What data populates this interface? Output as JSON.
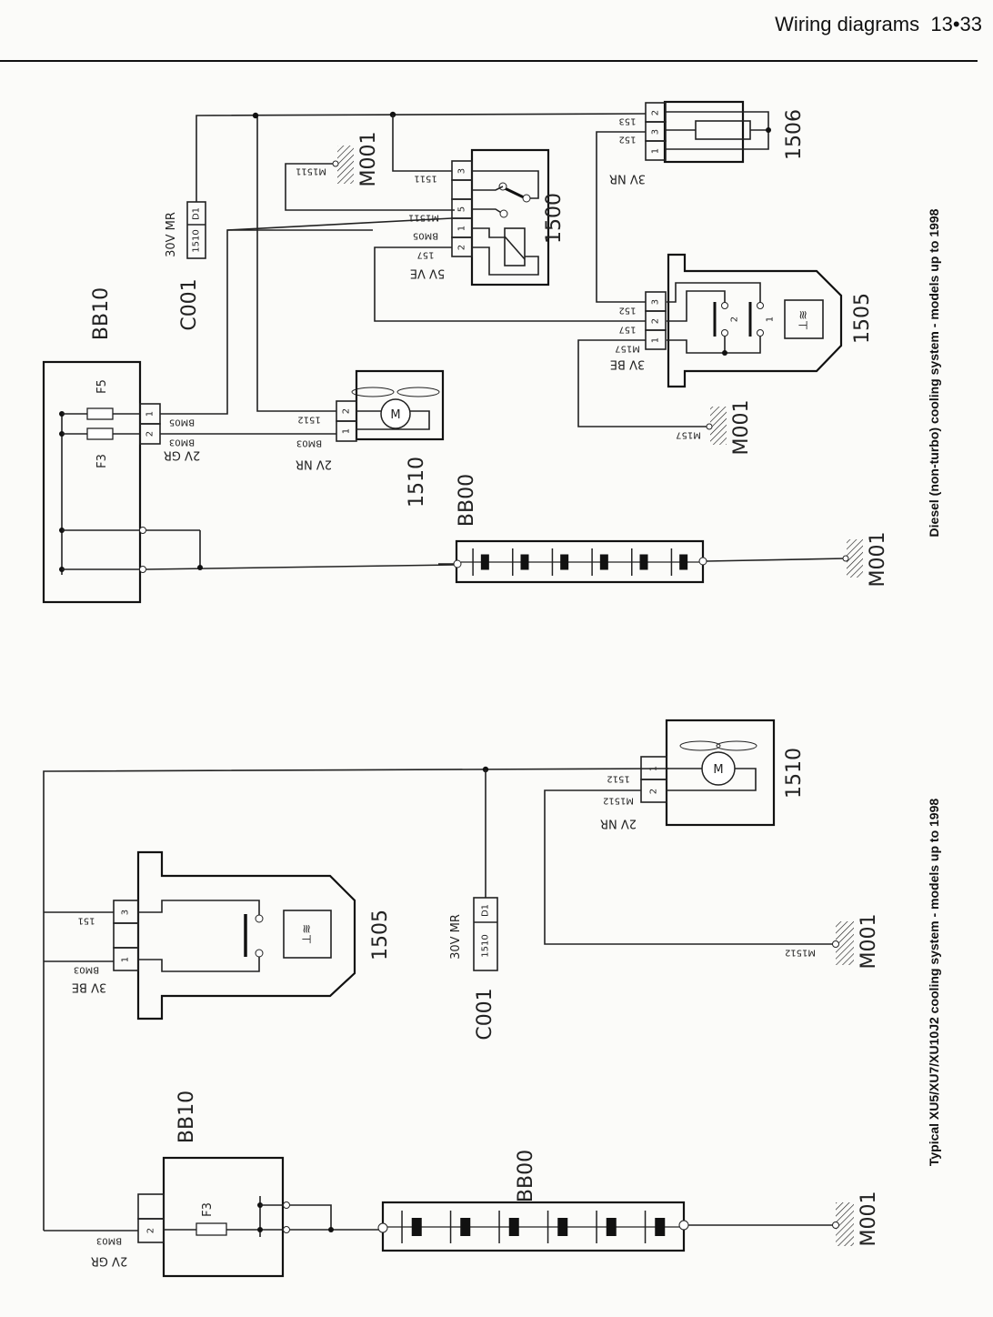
{
  "header": {
    "title": "Wiring diagrams",
    "page": "13•33"
  },
  "diagram_top": {
    "caption": "Diesel (non-turbo) cooling system - models up to 1998",
    "components": {
      "fusebox": "BB10",
      "fuse_a": "F5",
      "fuse_b": "F3",
      "fusebox_conn": "2V GR",
      "battery": "BB00",
      "ground": "M001",
      "fan": "1510",
      "fan_conn": "2V NR",
      "splice": "C001",
      "splice_conn": "30V MR",
      "splice_pin_a": "1510",
      "splice_pin_b": "D1",
      "relay": "1500",
      "relay_conn": "5V VE",
      "resistor": "1506",
      "resistor_conn": "3V NR",
      "thermo": "1505",
      "thermo_conn": "3V BE"
    },
    "wires": {
      "bm05": "BM05",
      "bm03": "BM03",
      "w1512": "1512",
      "w1511": "1511",
      "m1511": "M1511",
      "w157": "157",
      "w152": "152",
      "w153": "153",
      "m157": "M157"
    },
    "pins": {
      "fb1": "1",
      "fb2": "2",
      "fan1": "1",
      "fan2": "2",
      "r3": "3",
      "r5": "5",
      "r1": "1",
      "r2": "2",
      "res2": "2",
      "res3": "3",
      "res1": "1",
      "t3": "3",
      "t2": "2",
      "t1": "1",
      "sw2": "2",
      "sw1": "1"
    }
  },
  "diagram_bottom": {
    "caption": "Typical XU5/XU7/XU10J2 cooling system - models up to 1998",
    "components": {
      "fusebox": "BB10",
      "fuse": "F3",
      "fusebox_conn": "2V GR",
      "battery": "BB00",
      "ground": "M001",
      "thermo": "1505",
      "thermo_conn": "3V BE",
      "splice": "C001",
      "splice_conn": "30V MR",
      "splice_pin_a": "1510",
      "splice_pin_b": "D1",
      "fan": "1510",
      "fan_conn": "2V NR"
    },
    "wires": {
      "bm03": "BM03",
      "w151": "151",
      "w1512": "1512",
      "m1512": "M1512"
    },
    "pins": {
      "fb2": "2",
      "t3": "3",
      "t1": "1",
      "fan1": "1",
      "fan2": "2"
    }
  }
}
